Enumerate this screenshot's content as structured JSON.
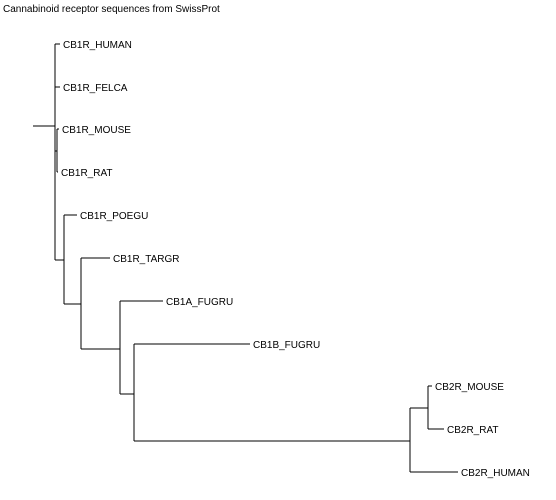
{
  "title": "Cannabinoid receptor sequences from SwissProt",
  "tree": {
    "leaves": [
      "CB1R_HUMAN",
      "CB1R_FELCA",
      "CB1R_MOUSE",
      "CB1R_RAT",
      "CB1R_POEGU",
      "CB1R_TARGR",
      "CB1A_FUGRU",
      "CB1B_FUGRU",
      "CB2R_MOUSE",
      "CB2R_RAT",
      "CB2R_HUMAN"
    ]
  }
}
